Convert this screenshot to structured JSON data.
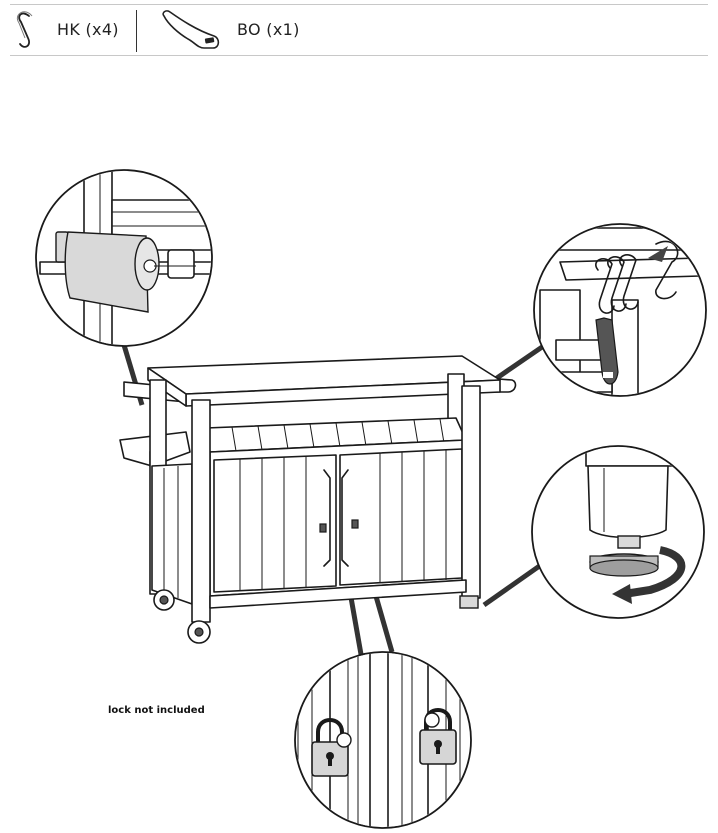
{
  "parts": [
    {
      "code": "HK",
      "qty_label": "HK (x4)",
      "icon": "s-hook-icon"
    },
    {
      "code": "BO",
      "qty_label": "BO (x1)",
      "icon": "bottle-opener-icon"
    }
  ],
  "note": "lock not included",
  "colors": {
    "line": "#1a1a1a",
    "shade": "#d9d9d9",
    "callout": "#333333",
    "rule": "#c8c8c8"
  },
  "details": [
    {
      "name": "paper-towel-holder-detail",
      "icon": "paper-towel-icon"
    },
    {
      "name": "hooks-and-opener-detail",
      "icon": "s-hooks-icon"
    },
    {
      "name": "leveling-foot-detail",
      "icon": "rotate-arrow-icon"
    },
    {
      "name": "padlocks-detail",
      "icon": "padlock-icon"
    }
  ]
}
